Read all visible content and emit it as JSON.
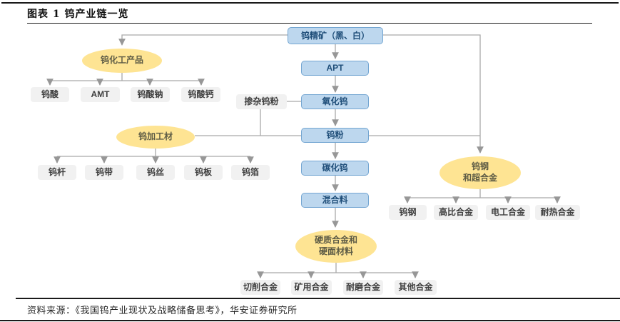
{
  "header": {
    "title": "图表 1 钨产业链一览"
  },
  "footer": {
    "source": "资料来源：《我国钨产业现状及战略储备思考》，华安证券研究所"
  },
  "colors": {
    "chain_box_fill": "#BDD7EE",
    "chain_box_border": "#74A6D2",
    "chain_box_text": "#1F4E79",
    "category_ellipse_fill": "#FEE493",
    "category_ellipse_text": "#5D5B45",
    "leaf_box_fill": "#F1F1F1",
    "leaf_box_text": "#3F3F3F",
    "connector_line": "#A9A9A9"
  },
  "diagram": {
    "chain": {
      "concentrate": "钨精矿（黑、白）",
      "apt": "APT",
      "oxide": "氧化钨",
      "powder": "钨粉",
      "carbide": "碳化钨",
      "mixture": "混合料"
    },
    "doped_powder": "掺杂钨粉",
    "groups": {
      "chemical": {
        "label": "钨化工产品",
        "children": [
          "钨酸",
          "AMT",
          "钨酸钠",
          "钨酸钙"
        ]
      },
      "processed": {
        "label": "钨加工材",
        "children": [
          "钨杆",
          "钨带",
          "钨丝",
          "钨板",
          "钨箔"
        ]
      },
      "steel_superalloy": {
        "label": "钨钢\n和超合金",
        "children": [
          "钨钢",
          "高比合金",
          "电工合金",
          "耐热合金"
        ]
      },
      "hard_alloy": {
        "label": "硬质合金和\n硬面材料",
        "children": [
          "切削合金",
          "矿用合金",
          "耐磨合金",
          "其他合金"
        ]
      }
    }
  }
}
